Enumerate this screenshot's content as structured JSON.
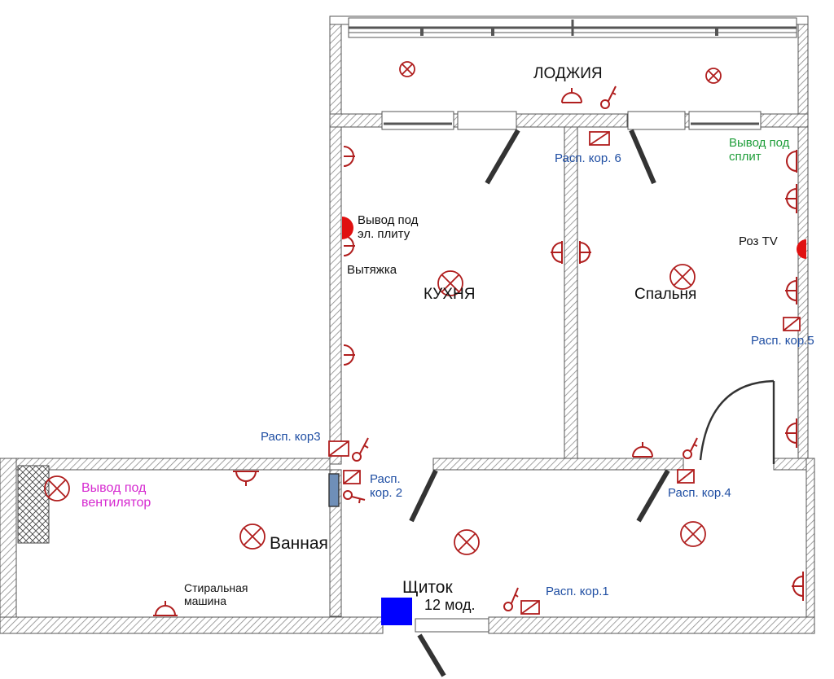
{
  "rooms": {
    "loggia": "ЛОДЖИЯ",
    "kitchen": "КУХНЯ",
    "bedroom": "Спальня",
    "bathroom": "Ванная"
  },
  "labels": {
    "stove_outlet": "Вывод под\nэл. плиту",
    "hood": "Вытяжка",
    "split_outlet": "Вывод под\nсплит",
    "tv_socket": "Роз TV",
    "fan_outlet": "Вывод под\nвентилятор",
    "washing_machine": "Стиральная\nмашина",
    "panel": "Щиток",
    "panel_modules": "12 мод."
  },
  "junction_boxes": {
    "box1": "Расп. кор.1",
    "box2": "Расп.\nкор. 2",
    "box3": "Расп. кор3",
    "box4": "Расп. кор.4",
    "box5": "Расп. кор.5",
    "box6": "Расп. кор. 6"
  },
  "colors": {
    "symbol": "#b01e1e",
    "wall_hatch": "#8a8a8a",
    "junction_text": "#1f4ea3",
    "split_text": "#1f9e3a",
    "fan_text": "#d62ad0",
    "panel_fill": "#0000ff"
  }
}
